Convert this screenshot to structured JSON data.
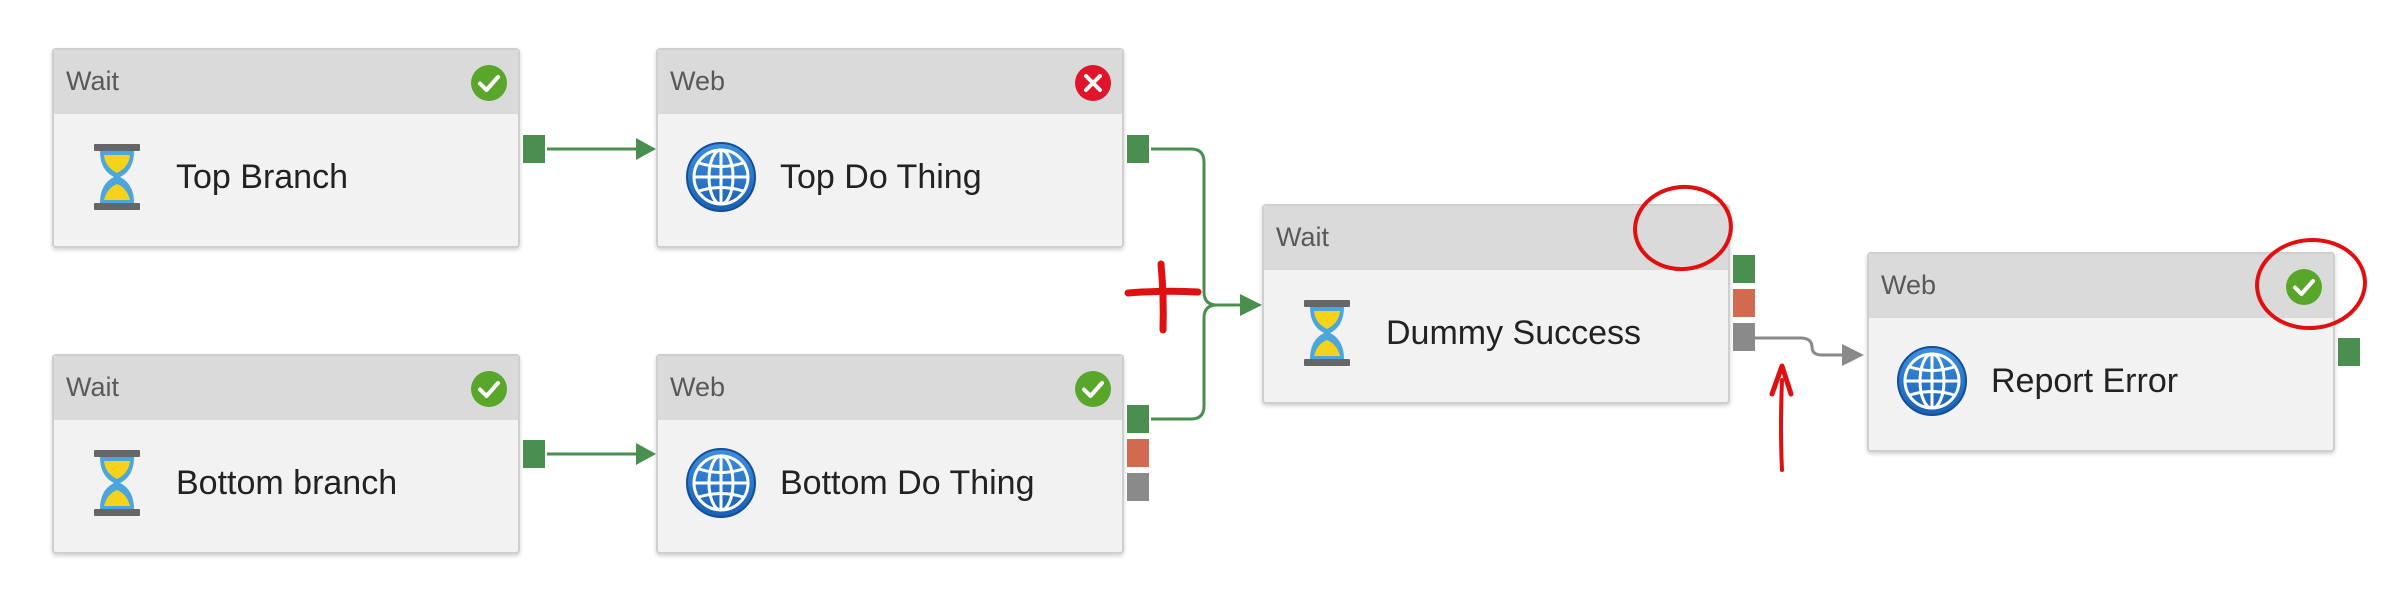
{
  "colors": {
    "success_green": "#58a62a",
    "error_red": "#e0142b",
    "success_path": "#4a8f4f",
    "failure_port": "#d26a50",
    "completion_path": "#8a8a8a",
    "annotation_red": "#e01010"
  },
  "activities": [
    {
      "id": "top-branch",
      "type": "Wait",
      "name": "Top Branch",
      "icon": "hourglass-icon",
      "status": "success"
    },
    {
      "id": "top-do-thing",
      "type": "Web",
      "name": "Top Do Thing",
      "icon": "globe-icon",
      "status": "error"
    },
    {
      "id": "bottom-branch",
      "type": "Wait",
      "name": "Bottom branch",
      "icon": "hourglass-icon",
      "status": "success"
    },
    {
      "id": "bottom-do-thing",
      "type": "Web",
      "name": "Bottom Do Thing",
      "icon": "globe-icon",
      "status": "success"
    },
    {
      "id": "dummy-success",
      "type": "Wait",
      "name": "Dummy Success",
      "icon": "hourglass-icon",
      "status": "none"
    },
    {
      "id": "report-error",
      "type": "Web",
      "name": "Report Error",
      "icon": "globe-icon",
      "status": "success"
    }
  ],
  "connections": [
    {
      "from": "top-branch",
      "to": "top-do-thing",
      "kind": "success"
    },
    {
      "from": "bottom-branch",
      "to": "bottom-do-thing",
      "kind": "success"
    },
    {
      "from": "top-do-thing",
      "to": "dummy-success",
      "kind": "success"
    },
    {
      "from": "bottom-do-thing",
      "to": "dummy-success",
      "kind": "success"
    },
    {
      "from": "dummy-success",
      "to": "report-error",
      "kind": "completion"
    }
  ],
  "annotations": [
    {
      "kind": "circle",
      "target": "dummy-success-status"
    },
    {
      "kind": "circle",
      "target": "report-error-status"
    },
    {
      "kind": "plus-mark",
      "target": "success-join"
    },
    {
      "kind": "arrow",
      "target": "dummy-success-completion-path"
    }
  ]
}
